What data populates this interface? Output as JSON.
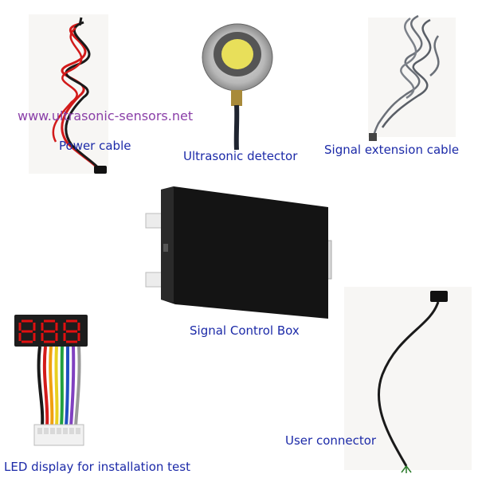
{
  "watermark": "www.ultrasonic-sensors.net",
  "components": {
    "power_cable": {
      "label": "Power cable"
    },
    "ultrasonic_detector": {
      "label": "Ultrasonic detector"
    },
    "signal_extension_cable": {
      "label": "Signal extension cable"
    },
    "signal_control_box": {
      "label": "Signal Control Box"
    },
    "led_display": {
      "label": "LED display for installation test",
      "digits": "8.8.8"
    },
    "user_connector": {
      "label": "User connector"
    }
  },
  "colors": {
    "label": "#1c2aa8",
    "watermark": "#8a3fa8",
    "box_body": "#141414",
    "cable_red": "#d21a1a",
    "cable_black": "#1a1a1a",
    "cable_grey": "#6b7078",
    "led_segment": "#e01010"
  }
}
